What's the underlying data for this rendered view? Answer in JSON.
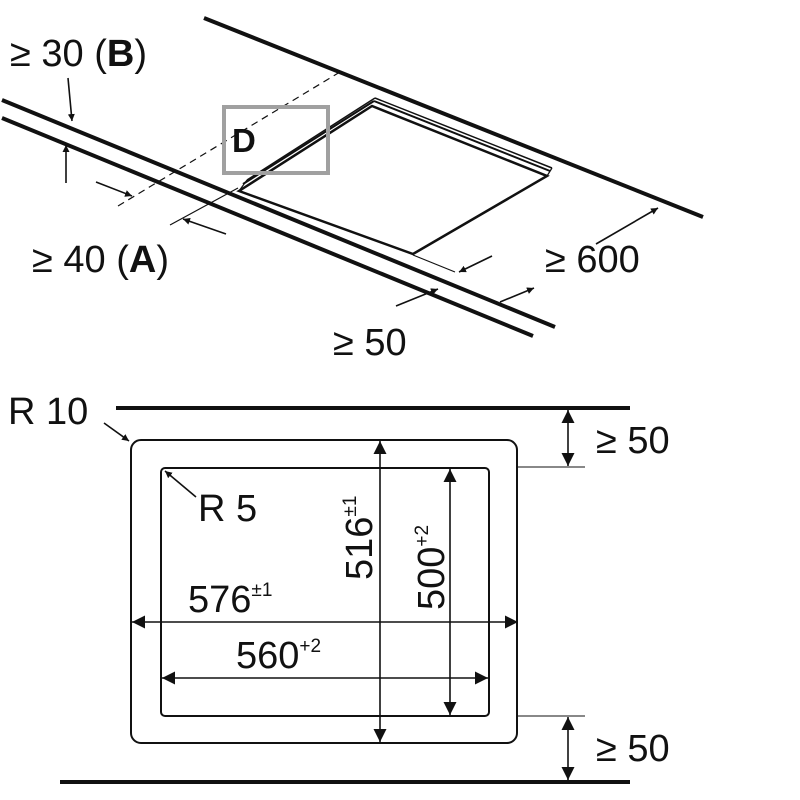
{
  "installation_view": {
    "labels": {
      "min_30": "≥ 30",
      "letter_b": "B",
      "min_40": "≥ 40",
      "letter_a": "A",
      "min_50": "≥ 50",
      "min_600": "≥ 600",
      "detail": "D"
    },
    "colors": {
      "detail_box": "#a0a0a0"
    }
  },
  "cutout_view": {
    "labels": {
      "outer_radius": "R 10",
      "inner_radius": "R 5",
      "outer_width": "576",
      "outer_width_tol": "±1",
      "inner_width": "560",
      "inner_width_tol": "+2",
      "outer_height": "516",
      "outer_height_tol": "±1",
      "inner_height": "500",
      "inner_height_tol": "+2",
      "clearance_top": "≥ 50",
      "clearance_bottom": "≥ 50"
    }
  }
}
